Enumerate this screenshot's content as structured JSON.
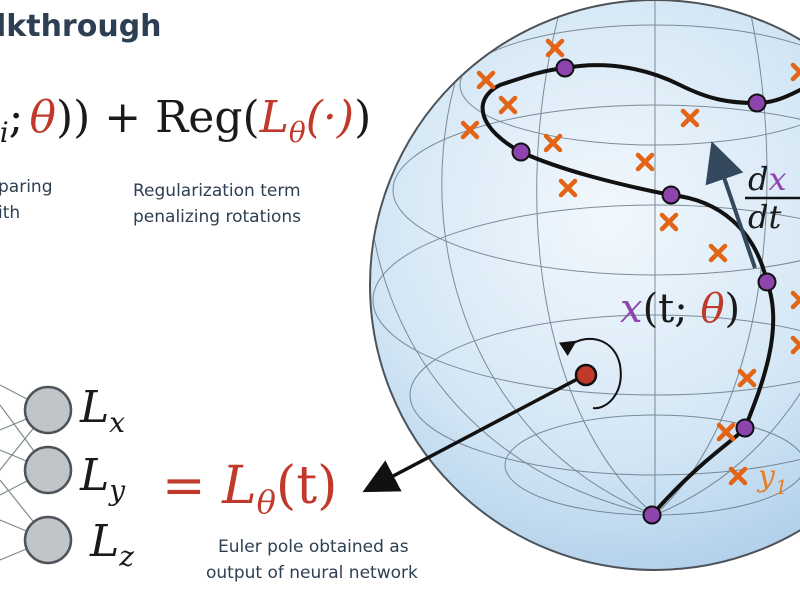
{
  "title": "lkthrough",
  "loss_equation": {
    "fragment_start": "t",
    "subscript": "i",
    "semicolon": ";",
    "theta": "θ",
    "close_plus": ")) + ",
    "reg": "Reg(",
    "L": "L",
    "L_sub": "θ",
    "arg": "(·)",
    "close": ")"
  },
  "notes": {
    "left_line1": "paring",
    "left_line2": "ith",
    "reg_line1": "Regularization term",
    "reg_line2": "penalizing rotations",
    "pole_line1": "Euler pole obtained as",
    "pole_line2": "output of neural network"
  },
  "network": {
    "outputs": [
      {
        "base": "L",
        "sub": "x"
      },
      {
        "base": "L",
        "sub": "y"
      },
      {
        "base": "L",
        "sub": "z"
      }
    ],
    "equals": "= ",
    "result_L": "L",
    "result_sub": "θ",
    "result_arg": "(t)"
  },
  "sphere": {
    "curve_label": {
      "x": "x",
      "open": "(t; ",
      "theta": "θ",
      "close": ")"
    },
    "derivative": {
      "numerator_d": "d",
      "numerator_x": "x",
      "denominator": "dt"
    },
    "observation_label": {
      "base": "y",
      "sub": "1"
    }
  },
  "colors": {
    "sphere_light": "#e8f2fb",
    "sphere_dark": "#a9cbe8",
    "curve": "#111111",
    "point": "#8e44ad",
    "observation": "#e36414",
    "pole": "#c0392b",
    "arrow": "#34495e"
  }
}
